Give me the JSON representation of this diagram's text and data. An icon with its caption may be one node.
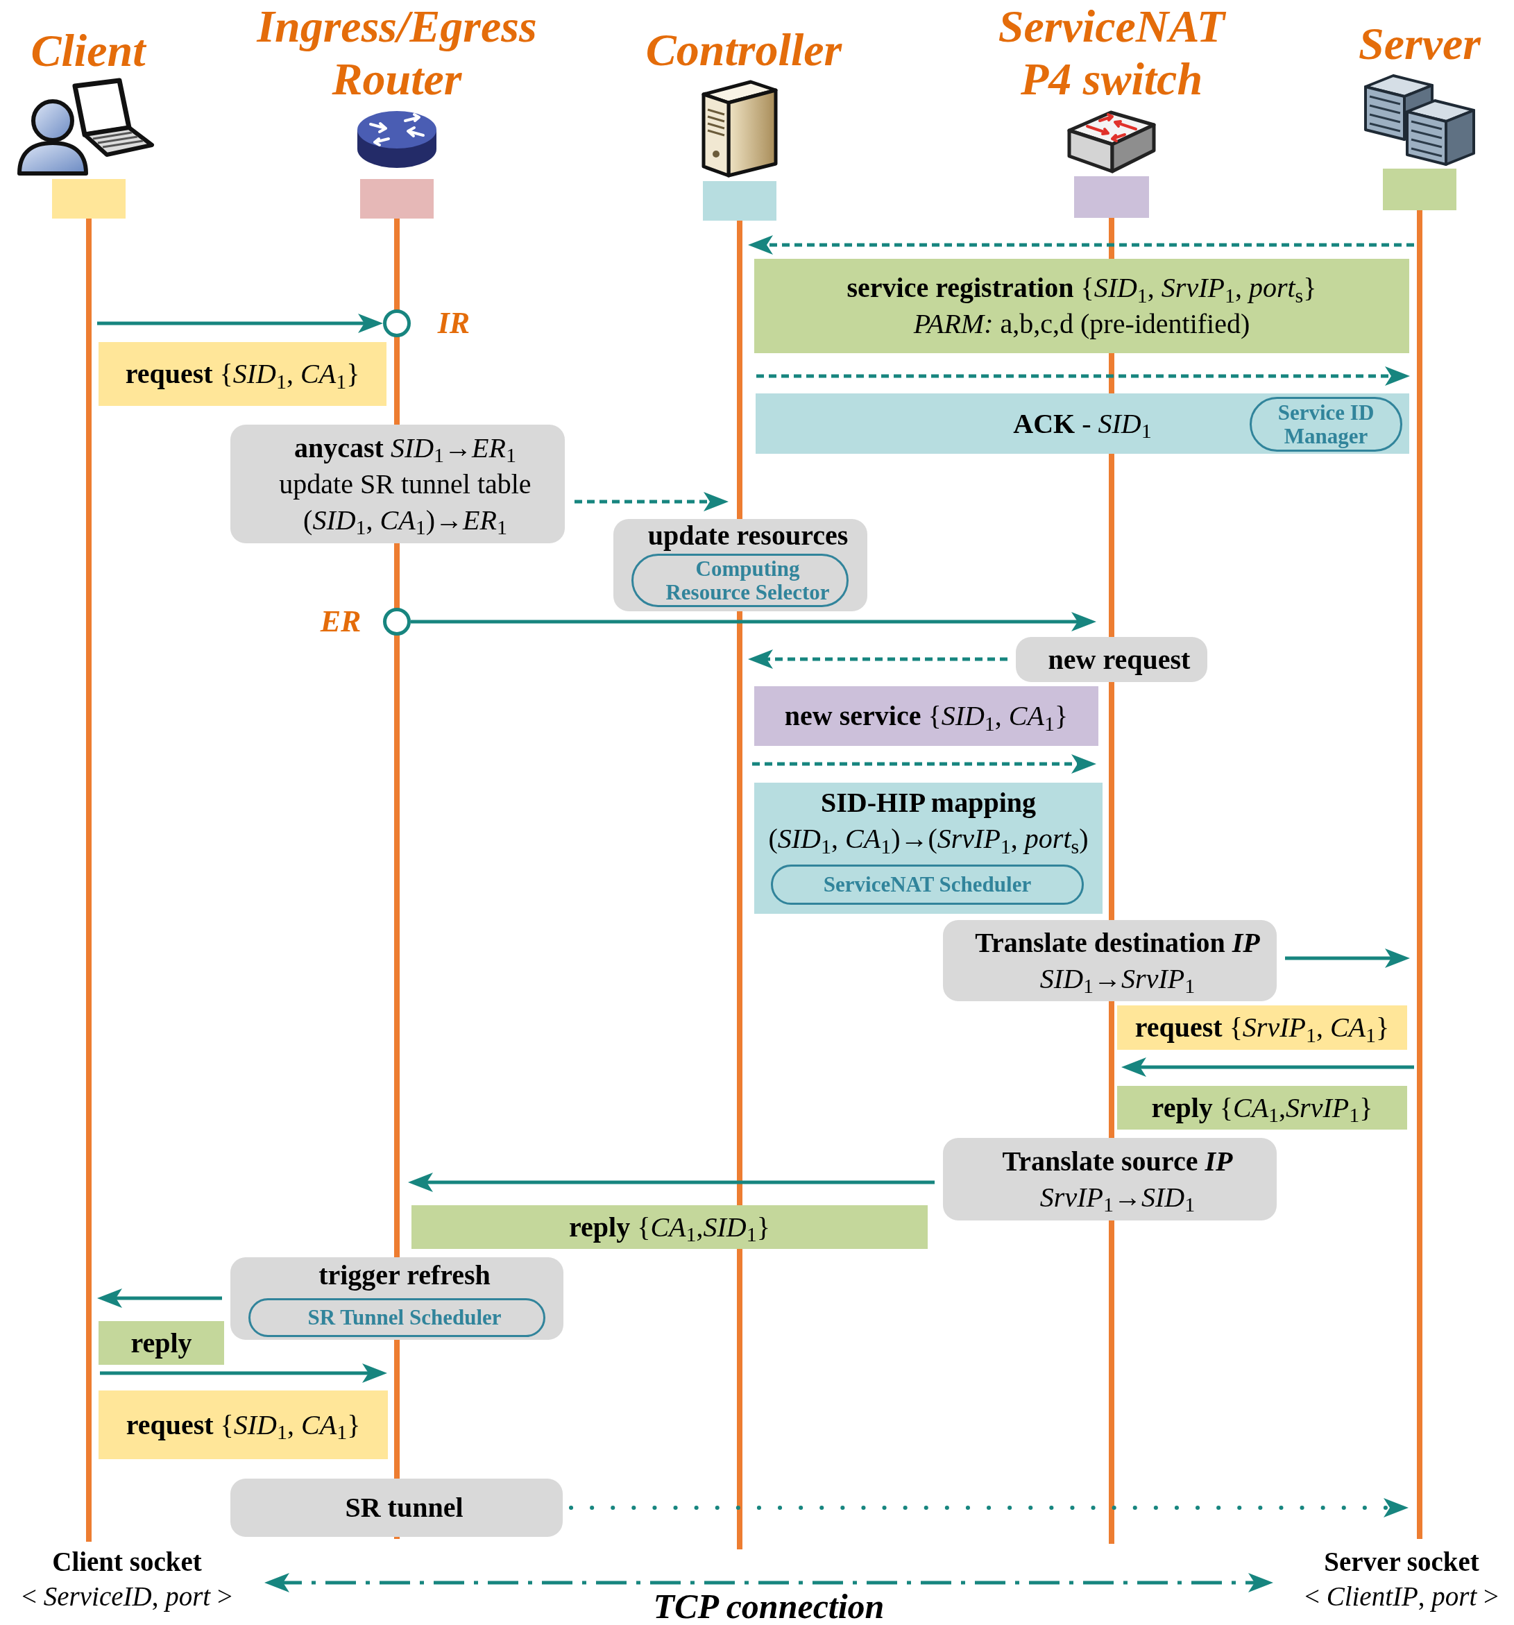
{
  "diagram": {
    "nodes": [
      {
        "text": [
          "Client"
        ]
      },
      {
        "text": [
          "Ingress/Egress Router"
        ]
      },
      {
        "text": [
          "Controller"
        ]
      },
      {
        "text": [
          "ServiceNAT P4 switch"
        ]
      },
      {
        "text": [
          "Server"
        ]
      },
      {
        "text": [],
        "shape": "box"
      },
      {
        "text": [],
        "shape": "box"
      },
      {
        "text": [],
        "shape": "box"
      },
      {
        "text": [],
        "shape": "box"
      },
      {
        "text": [],
        "shape": "box"
      },
      {
        "text": [],
        "shape": "bar"
      },
      {
        "text": [],
        "shape": "bar"
      },
      {
        "text": [],
        "shape": "bar"
      },
      {
        "text": [],
        "shape": "bar"
      },
      {
        "text": [],
        "shape": "bar"
      },
      {
        "text": [
          "**service registration** {*SID*$_{1}$, *SrvIP*$_{1}$, *port*$_{s}$}",
          "*PARM:* a,b,c,d (pre-identified)"
        ]
      },
      {
        "text": [],
        "shape": "circle",
        "beside": [
          "IR"
        ]
      },
      {
        "text": [
          "**request** {*SID*$_{1}$, *CA*$_{1}$}"
        ]
      },
      {
        "text": [
          "**ACK** - *SID*$_{1}$"
        ]
      },
      {
        "text": [
          "Service ID Manager"
        ],
        "in": 18
      },
      {
        "text": [
          "**anycast** *SID*$_{1}$→*ER*$_{1}$",
          "update SR tunnel table (*SID*$_{1}$, *CA*$_{1}$)→*ER*$_{1}$"
        ]
      },
      {
        "text": [
          "update resources"
        ]
      },
      {
        "text": [
          "Computing Resource Selector"
        ],
        "in": 21
      },
      {
        "text": [],
        "shape": "circle",
        "beside": [
          "ER"
        ]
      },
      {
        "text": [
          "new request"
        ]
      },
      {
        "text": [
          "**new service** {*SID*$_{1}$, *CA*$_{1}$}"
        ]
      },
      {
        "text": [
          "SID-HIP mapping",
          "(*SID*$_{1}$, *CA*$_{1}$)→(*SrvIP*$_{1}$, *port*$_{s}$)"
        ]
      },
      {
        "text": [
          "ServiceNAT Scheduler"
        ],
        "in": 26
      },
      {
        "text": [
          "Translate destination *IP*",
          "*SID*$_{1}$→*SrvIP*$_{1}$"
        ]
      },
      {
        "text": [
          "**request** {*SrvIP*$_{1}$, *CA*$_{1}$}"
        ]
      },
      {
        "text": [
          "**reply** {*CA*$_{1}$,*SrvIP*$_{1}$}"
        ]
      },
      {
        "text": [
          "Translate source *IP*",
          "*SrvIP*$_{1}$→*SID*$_{1}$"
        ]
      },
      {
        "text": [
          "**reply** {*CA*$_{1}$,*SID*$_{1}$}"
        ]
      },
      {
        "text": [
          "trigger refresh"
        ]
      },
      {
        "text": [
          "SR Tunnel Scheduler"
        ],
        "in": 33
      },
      {
        "text": [
          "reply"
        ]
      },
      {
        "text": [
          "**request** {*SID*$_{1}$, *CA*$_{1}$}"
        ]
      },
      {
        "text": [
          "SR tunnel"
        ]
      },
      {
        "text": [
          "Client socket",
          "< *ServiceID*, *port* >"
        ]
      },
      {
        "text": [
          "Server socket",
          "< *ClientIP*, *port* >"
        ]
      }
    ],
    "edges": [
      {
        "from": 14,
        "to": 12,
        "arrow": "to",
        "style": "dashed"
      },
      {
        "from": 10,
        "to": 16,
        "arrow": "to"
      },
      {
        "from": 12,
        "to": 14,
        "arrow": "to",
        "style": "dashed"
      },
      {
        "from": 20,
        "to": 12,
        "arrow": "to",
        "style": "dashed"
      },
      {
        "from": 23,
        "to": 13,
        "arrow": "to"
      },
      {
        "from": 24,
        "to": 12,
        "arrow": "to",
        "style": "dashed"
      },
      {
        "from": 12,
        "to": 13,
        "arrow": "to",
        "style": "dashed"
      },
      {
        "from": 28,
        "to": 14,
        "arrow": "to"
      },
      {
        "from": 14,
        "to": 13,
        "arrow": "to"
      },
      {
        "from": 31,
        "to": 11,
        "arrow": "to"
      },
      {
        "from": 33,
        "to": 10,
        "arrow": "to"
      },
      {
        "from": 10,
        "to": 11,
        "arrow": "to"
      },
      {
        "from": 37,
        "to": 14,
        "arrow": "to",
        "style": "dashed"
      },
      {
        "from": 38,
        "to": 39,
        "arrow": "both",
        "style": "dashed",
        "label": "TCP connection"
      }
    ]
  }
}
